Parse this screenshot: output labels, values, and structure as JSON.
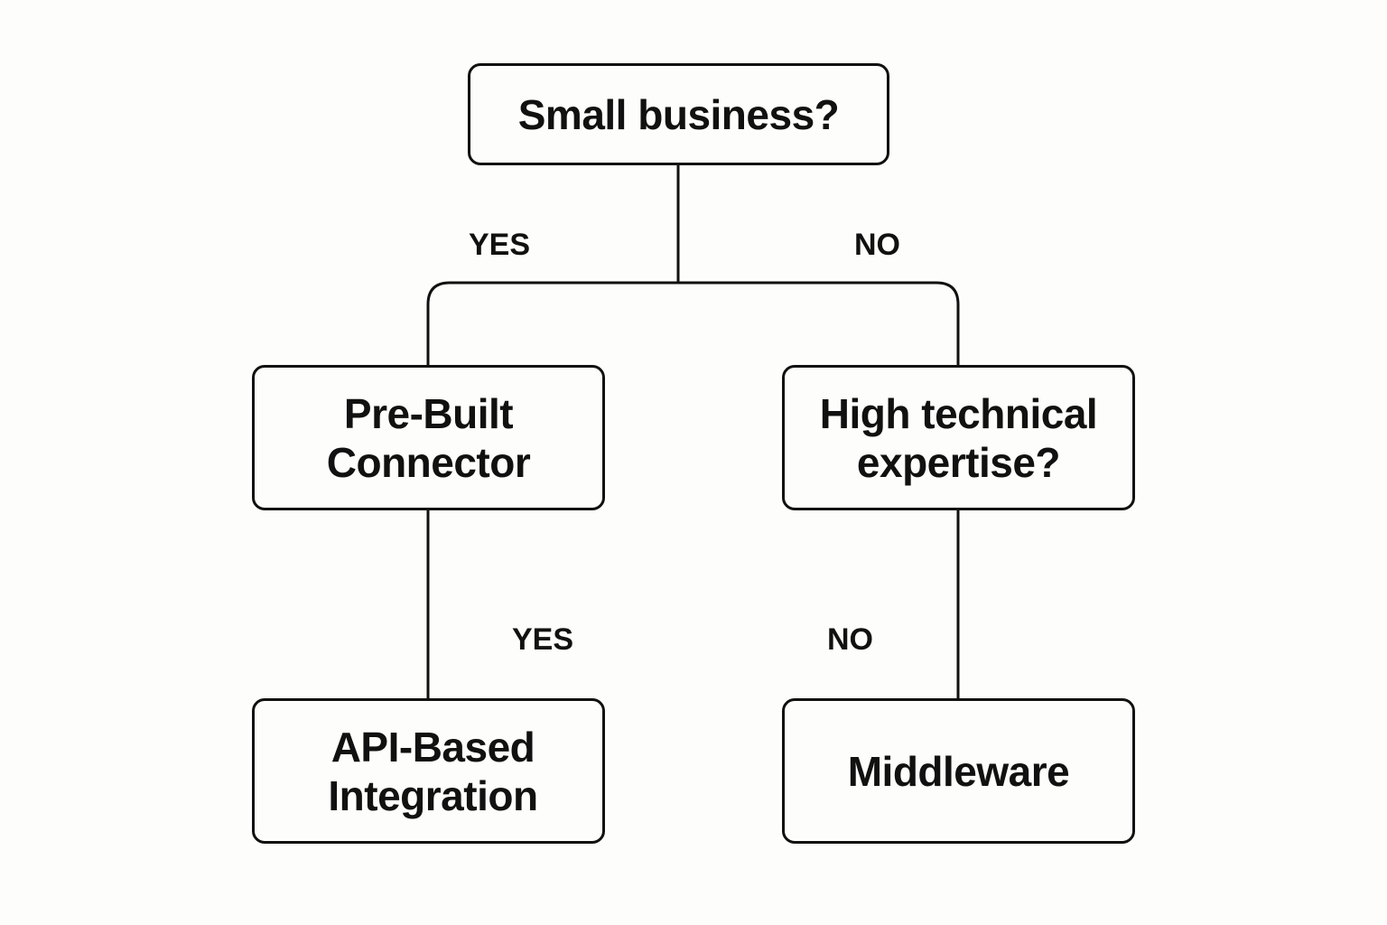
{
  "diagram": {
    "nodes": {
      "root": "Small business?",
      "pre_built": "Pre-Built\nConnector",
      "high_tech": "High technical\nexpertise?",
      "api": "API-Based\nIntegration",
      "middleware": "Middleware"
    },
    "edge_labels": {
      "root_yes": "YES",
      "root_no": "NO",
      "left_yes": "YES",
      "right_no": "NO"
    },
    "edges": [
      {
        "from": "root",
        "to": "pre_built",
        "label": "YES"
      },
      {
        "from": "root",
        "to": "high_tech",
        "label": "NO"
      },
      {
        "from": "pre_built",
        "to": "api",
        "label": "YES"
      },
      {
        "from": "high_tech",
        "to": "middleware",
        "label": "NO"
      }
    ]
  }
}
